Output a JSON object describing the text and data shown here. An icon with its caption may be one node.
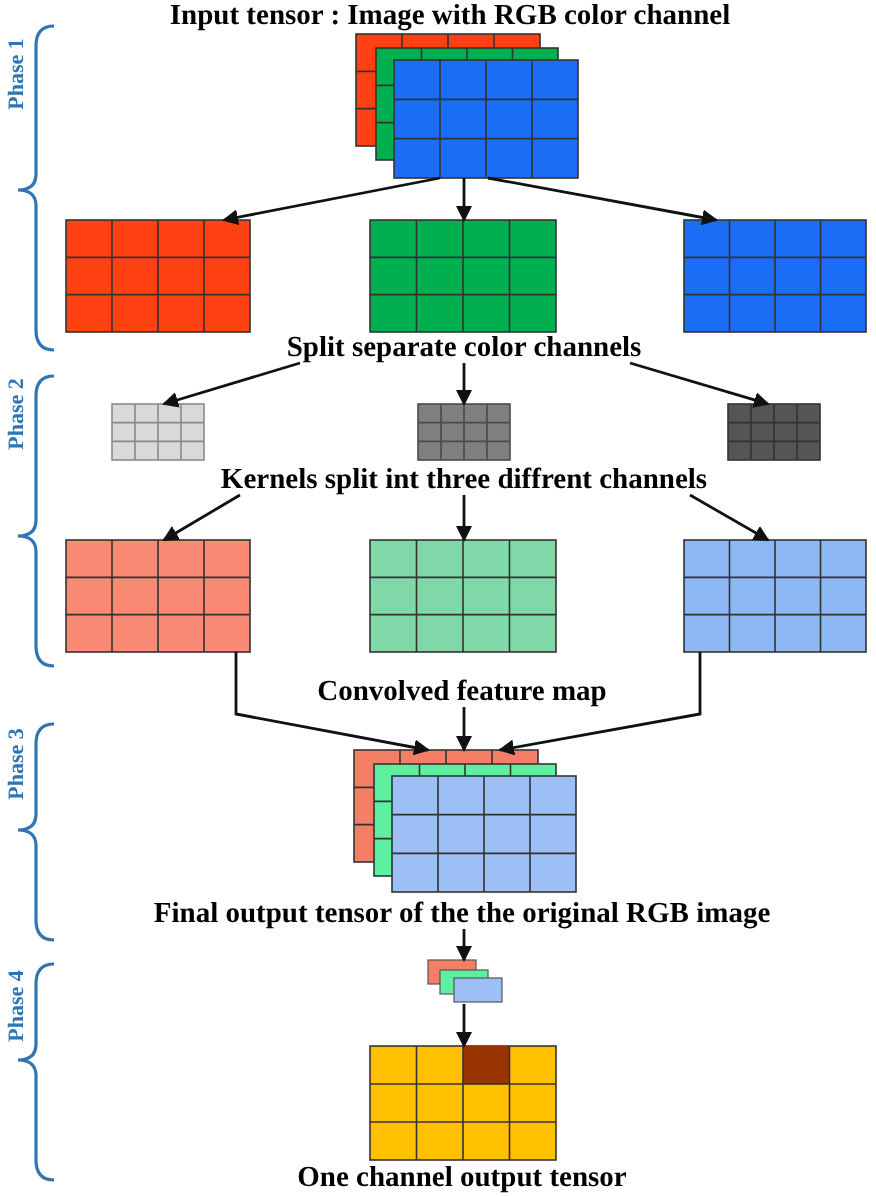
{
  "diagram": {
    "nodes": [
      {
        "text": [],
        "shape": "box"
      },
      {
        "text": [],
        "shape": "box"
      },
      {
        "text": [],
        "shape": "box"
      },
      {
        "text": [],
        "shape": "box"
      },
      {
        "text": [
          "Split separate color channels"
        ]
      },
      {
        "text": [],
        "shape": "box"
      },
      {
        "text": [],
        "shape": "box"
      },
      {
        "text": [],
        "shape": "box"
      },
      {
        "text": [
          "Kernels split int three diffrent channels"
        ]
      },
      {
        "text": [],
        "shape": "box"
      },
      {
        "text": [],
        "shape": "box"
      },
      {
        "text": [],
        "shape": "box"
      },
      {
        "text": [
          "Convolved feature map"
        ]
      },
      {
        "text": [],
        "shape": "box"
      },
      {
        "text": [
          "Final output tensor of the the original RGB image"
        ]
      },
      {
        "text": [],
        "shape": "box"
      },
      {
        "text": [],
        "shape": "box"
      }
    ],
    "edges": [
      {
        "from": 0,
        "to": 1,
        "arrow": "to"
      },
      {
        "from": 0,
        "to": 2,
        "arrow": "to"
      },
      {
        "from": 0,
        "to": 3,
        "arrow": "to"
      },
      {
        "from": 4,
        "to": 5,
        "arrow": "to"
      },
      {
        "from": 4,
        "to": 6,
        "arrow": "to"
      },
      {
        "from": 4,
        "to": 7,
        "arrow": "to"
      },
      {
        "from": 8,
        "to": 9,
        "arrow": "to"
      },
      {
        "from": 8,
        "to": 10,
        "arrow": "to"
      },
      {
        "from": 8,
        "to": 11,
        "arrow": "to"
      },
      {
        "from": 9,
        "to": 13,
        "arrow": "to"
      },
      {
        "from": 12,
        "to": 13,
        "arrow": "to"
      },
      {
        "from": 11,
        "to": 13,
        "arrow": "to"
      },
      {
        "from": 14,
        "to": 15,
        "arrow": "to"
      },
      {
        "from": 15,
        "to": 16,
        "arrow": "to"
      }
    ],
    "labels": [
      "Input tensor : Image with RGB color channel",
      "Phase 1",
      "Phase 2",
      "Phase 3",
      "Phase 4",
      "One channel output tensor"
    ]
  }
}
